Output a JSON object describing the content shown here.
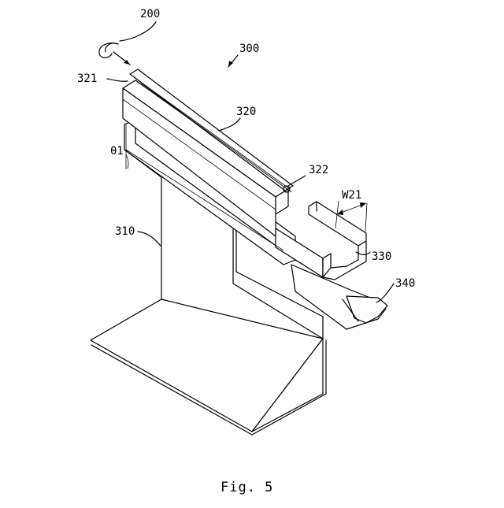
{
  "figure": {
    "caption": "Fig. 5",
    "labels": {
      "clip": "200",
      "assembly": "300",
      "base": "310",
      "rail": "320",
      "rail_end": "321",
      "rail_tip": "322",
      "channel": "330",
      "tray": "340",
      "width": "W21",
      "angle": "θ1"
    }
  }
}
